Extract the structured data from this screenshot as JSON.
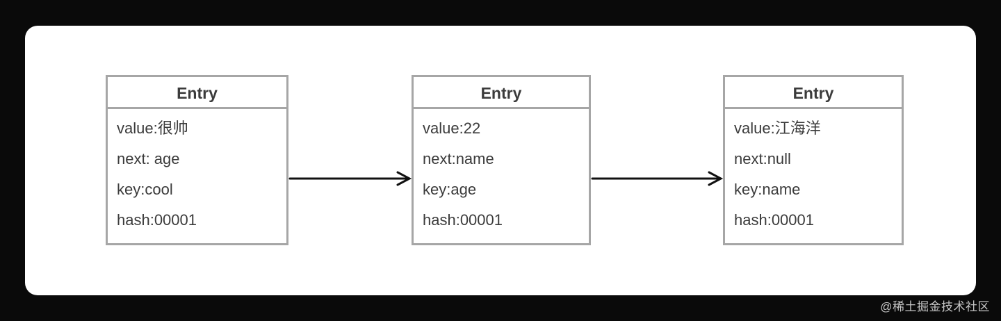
{
  "diagram": {
    "nodes": [
      {
        "title": "Entry",
        "fields": [
          "value:很帅",
          "next: age",
          "key:cool",
          "hash:00001"
        ]
      },
      {
        "title": "Entry",
        "fields": [
          "value:22",
          "next:name",
          "key:age",
          "hash:00001"
        ]
      },
      {
        "title": "Entry",
        "fields": [
          "value:江海洋",
          "next:null",
          "key:name",
          "hash:00001"
        ]
      }
    ],
    "connections": [
      {
        "from": 0,
        "to": 1
      },
      {
        "from": 1,
        "to": 2
      }
    ]
  },
  "watermark": "@稀土掘金技术社区",
  "colors": {
    "background": "#0a0a0a",
    "canvas": "#ffffff",
    "box-border": "#a6a6a6",
    "text": "#3b3b3b",
    "arrow": "#111111",
    "watermark": "#c6c6c6"
  }
}
